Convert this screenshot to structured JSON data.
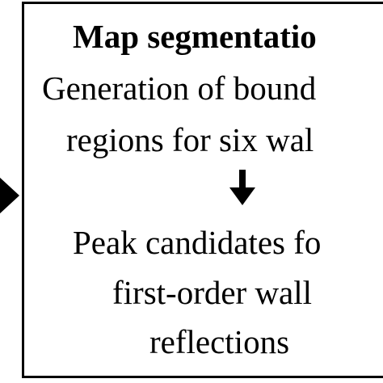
{
  "diagram": {
    "title": "Map segmentatio",
    "lines": [
      "Generation of bound",
      "regions for six wal",
      "Peak candidates fo",
      "first-order wall",
      "reflections"
    ],
    "colors": {
      "ink": "#000000",
      "background": "#ffffff"
    }
  }
}
